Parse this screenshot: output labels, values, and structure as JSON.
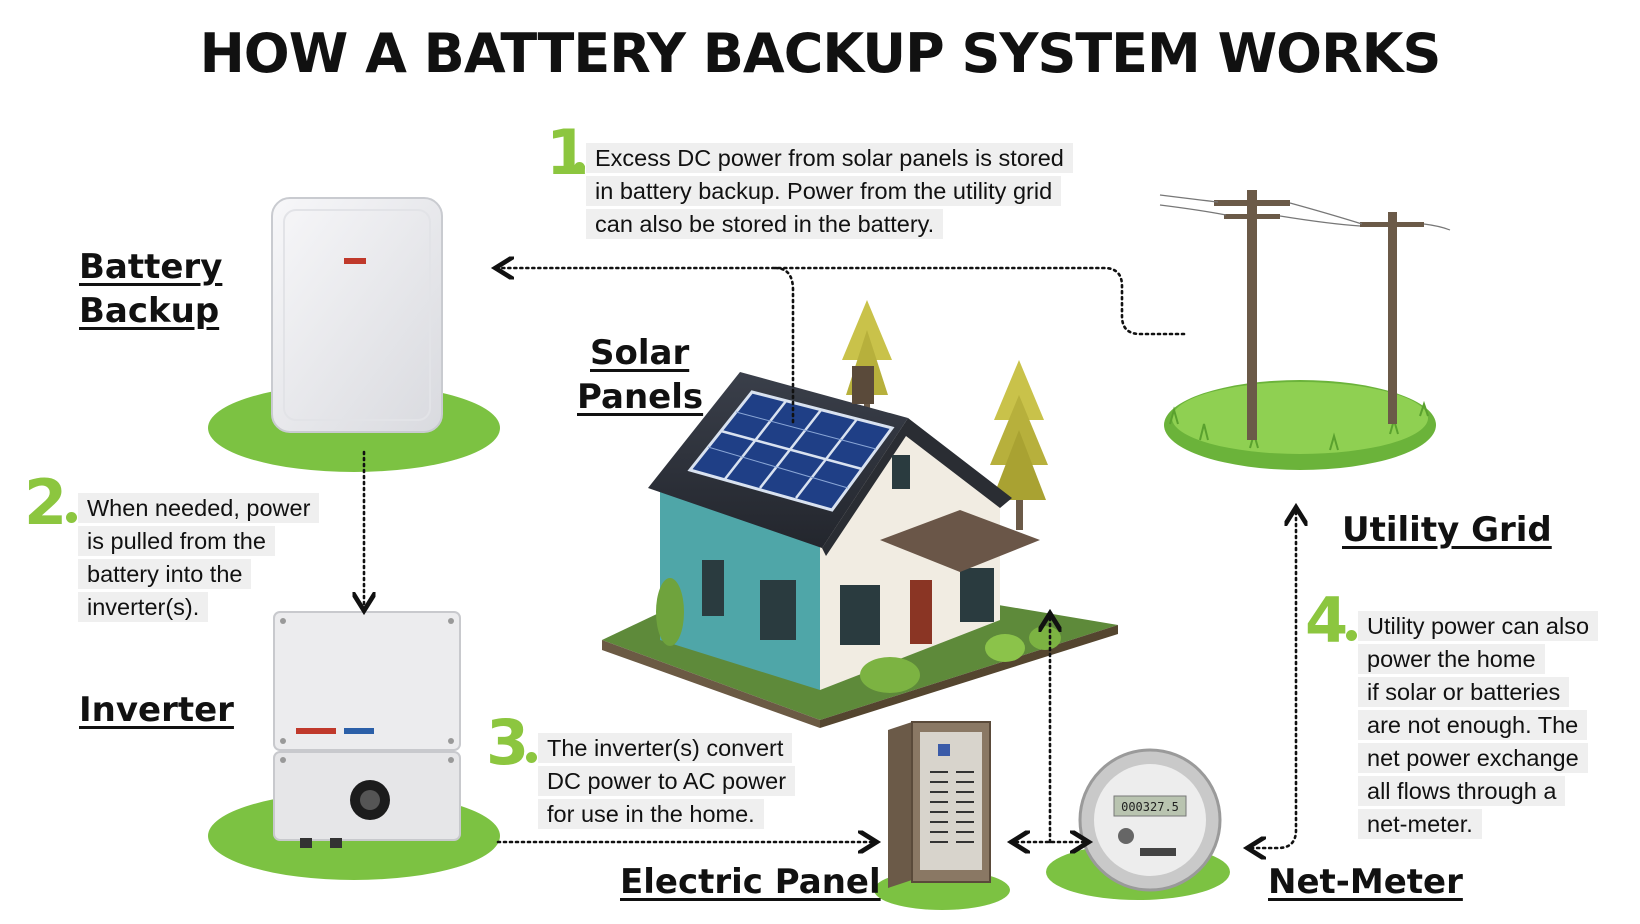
{
  "title": "HOW A BATTERY BACKUP SYSTEM WORKS",
  "labels": {
    "battery_line1": "Battery",
    "battery_line2": "Backup",
    "solar_line1": "Solar",
    "solar_line2": "Panels",
    "inverter": "Inverter",
    "utility_grid": "Utility Grid",
    "electric_panel": "Electric Panel",
    "net_meter": "Net-Meter"
  },
  "steps": [
    {
      "number": "1",
      "lines": [
        "Excess DC power from solar panels is stored",
        "in battery backup. Power from the utility grid",
        "can also be stored in the battery."
      ]
    },
    {
      "number": "2",
      "lines": [
        "When needed, power",
        "is pulled from the",
        "battery into the",
        "inverter(s)."
      ]
    },
    {
      "number": "3",
      "lines": [
        "The inverter(s) convert",
        "DC power to AC power",
        "for use in the home."
      ]
    },
    {
      "number": "4",
      "lines": [
        "Utility power can also",
        "power the home",
        "if solar or batteries",
        "are not enough. The",
        "net power exchange",
        "all flows through a",
        "net-meter."
      ]
    }
  ],
  "meter_reading": "000327.5",
  "colors": {
    "accent_green": "#8cc63f",
    "ground_green": "#7cc242",
    "text_bg": "#efefef"
  }
}
